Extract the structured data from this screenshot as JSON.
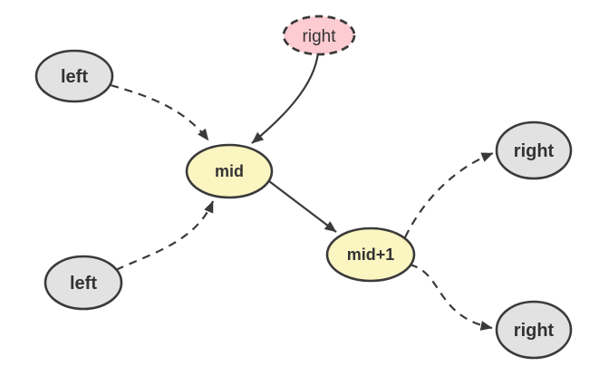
{
  "colors": {
    "background": "#ffffff",
    "stroke": "#3a3a3a",
    "text": "#333333",
    "node_gray": "#e2e2e2",
    "node_yellow": "#fbf5c1",
    "node_pink": "#fdccd2"
  },
  "diagram": {
    "nodes": [
      {
        "id": "left-top",
        "label": "left",
        "fill": "gray",
        "border": "solid"
      },
      {
        "id": "left-bottom",
        "label": "left",
        "fill": "gray",
        "border": "solid"
      },
      {
        "id": "mid",
        "label": "mid",
        "fill": "yellow",
        "border": "solid"
      },
      {
        "id": "mid-plus-1",
        "label": "mid+1",
        "fill": "yellow",
        "border": "solid"
      },
      {
        "id": "right-source",
        "label": "right",
        "fill": "pink",
        "border": "dashed"
      },
      {
        "id": "right-top",
        "label": "right",
        "fill": "gray",
        "border": "solid"
      },
      {
        "id": "right-bottom",
        "label": "right",
        "fill": "gray",
        "border": "solid"
      }
    ],
    "edges": [
      {
        "from": "left-top",
        "to": "mid",
        "style": "dashed",
        "arrow": "solid-triangle"
      },
      {
        "from": "left-bottom",
        "to": "mid",
        "style": "dashed",
        "arrow": "solid-triangle"
      },
      {
        "from": "right-source",
        "to": "mid",
        "style": "solid",
        "arrow": "solid-triangle"
      },
      {
        "from": "mid",
        "to": "mid-plus-1",
        "style": "solid",
        "arrow": "solid-triangle"
      },
      {
        "from": "mid-plus-1",
        "to": "right-top",
        "style": "dashed",
        "arrow": "solid-triangle"
      },
      {
        "from": "mid-plus-1",
        "to": "right-bottom",
        "style": "dashed",
        "arrow": "solid-triangle"
      }
    ]
  }
}
